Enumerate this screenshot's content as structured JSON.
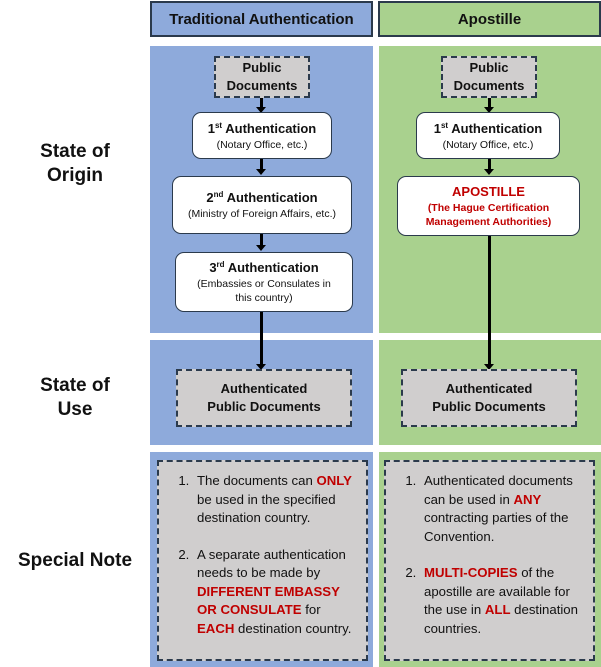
{
  "headers": {
    "traditional": "Traditional Authentication",
    "apostille": "Apostille"
  },
  "row_labels": {
    "origin": [
      "State of",
      "Origin"
    ],
    "use": [
      "State of",
      "Use"
    ],
    "note": "Special Note"
  },
  "traditional": {
    "start_doc": [
      "Public",
      "Documents"
    ],
    "steps": [
      {
        "num": "1",
        "suffix": "st",
        "title": "Authentication",
        "sub": "(Notary Office, etc.)"
      },
      {
        "num": "2",
        "suffix": "nd",
        "title": "Authentication",
        "sub": "(Ministry of Foreign Affairs, etc.)"
      },
      {
        "num": "3",
        "suffix": "rd",
        "title": "Authentication",
        "sub1": "(Embassies or Consulates in",
        "sub2": "this country)"
      }
    ],
    "end_doc": [
      "Authenticated",
      "Public Documents"
    ],
    "notes": [
      {
        "parts": [
          {
            "t": "The documents can ",
            "hl": false
          },
          {
            "t": "ONLY",
            "hl": true
          },
          {
            "t": " be used in the specified destination country.",
            "hl": false
          }
        ]
      },
      {
        "parts": [
          {
            "t": "A separate authentication needs to be made by ",
            "hl": false
          },
          {
            "t": "DIFFERENT EMBASSY OR CONSULATE",
            "hl": true
          },
          {
            "t": " for ",
            "hl": false
          },
          {
            "t": "EACH",
            "hl": true
          },
          {
            "t": " destination country.",
            "hl": false
          }
        ]
      }
    ]
  },
  "apostille": {
    "start_doc": [
      "Public",
      "Documents"
    ],
    "step1": {
      "num": "1",
      "suffix": "st",
      "title": "Authentication",
      "sub": "(Notary Office, etc.)"
    },
    "step2": {
      "title": "APOSTILLE",
      "sub1": "(The Hague Certification",
      "sub2": "Management Authorities)"
    },
    "end_doc": [
      "Authenticated",
      "Public Documents"
    ],
    "notes": [
      {
        "parts": [
          {
            "t": "Authenticated documents can be used in ",
            "hl": false
          },
          {
            "t": "ANY",
            "hl": true
          },
          {
            "t": " contracting parties of the Convention.",
            "hl": false
          }
        ]
      },
      {
        "parts": [
          {
            "t": "MULTI-COPIES",
            "hl": true
          },
          {
            "t": " of the apostille are available for the use in ",
            "hl": false
          },
          {
            "t": "ALL",
            "hl": true
          },
          {
            "t": " destination countries.",
            "hl": false
          }
        ]
      }
    ]
  },
  "colors": {
    "traditional_bg": "#8eaadb",
    "apostille_bg": "#a9d18e",
    "doc_bg": "#d0cece",
    "highlight": "#c00000",
    "border": "#2b3a4c"
  }
}
